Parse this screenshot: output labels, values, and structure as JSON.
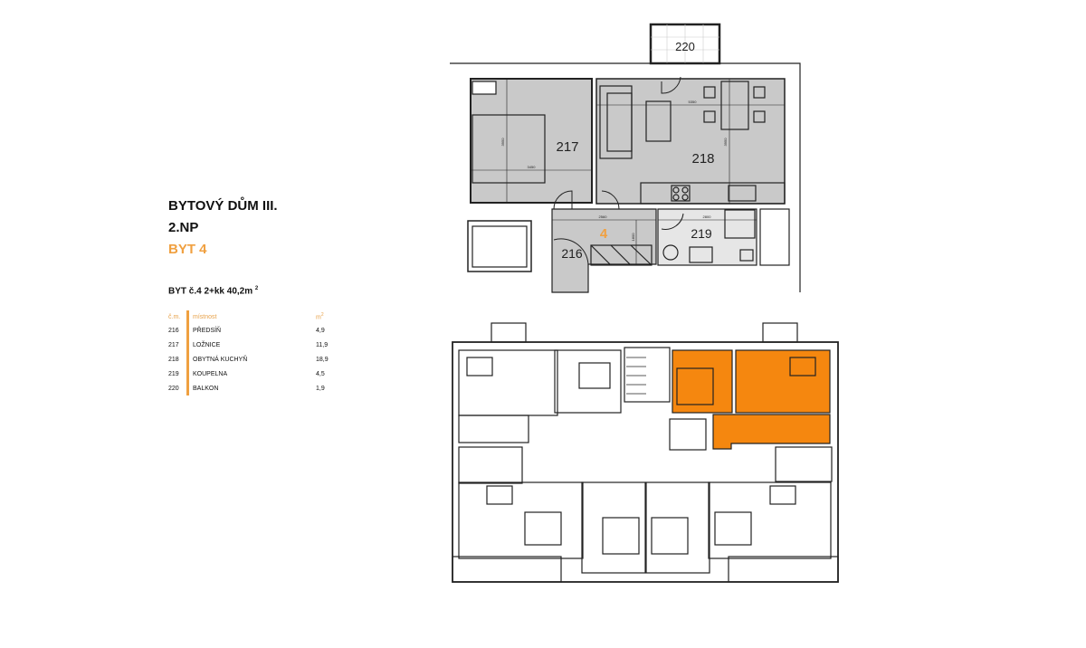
{
  "heading": {
    "building": "BYTOVÝ DŮM III.",
    "floor": "2.NP",
    "unit": "BYT  4"
  },
  "summary": {
    "text": "BYT č.4  2+kk  40,2m",
    "sup": "2"
  },
  "table": {
    "headers": {
      "no": "č.m.",
      "room": "místnost",
      "area": "m",
      "area_sup": "2"
    },
    "rows": [
      {
        "no": "216",
        "room": "PŘEDSÍŇ",
        "area": "4,9"
      },
      {
        "no": "217",
        "room": "LOŽNICE",
        "area": "11,9"
      },
      {
        "no": "218",
        "room": "OBYTNÁ KUCHYŇ",
        "area": "18,9"
      },
      {
        "no": "219",
        "room": "KOUPELNA",
        "area": "4,5"
      },
      {
        "no": "220",
        "room": "BALKON",
        "area": "1,9"
      }
    ]
  },
  "plan": {
    "rooms": {
      "r216": "216",
      "r217": "217",
      "r218": "218",
      "r219": "219",
      "r220": "220",
      "unit": "4"
    },
    "dims": {
      "d217w": "3450",
      "d217h": "3950",
      "d218w": "5350",
      "d218h": "3950",
      "d216w": "2560",
      "d219w": "2800",
      "d216h": "1800"
    }
  },
  "colors": {
    "accent": "#f0a040",
    "highlight": "#f5870f",
    "room_fill": "#c9c9c9"
  }
}
